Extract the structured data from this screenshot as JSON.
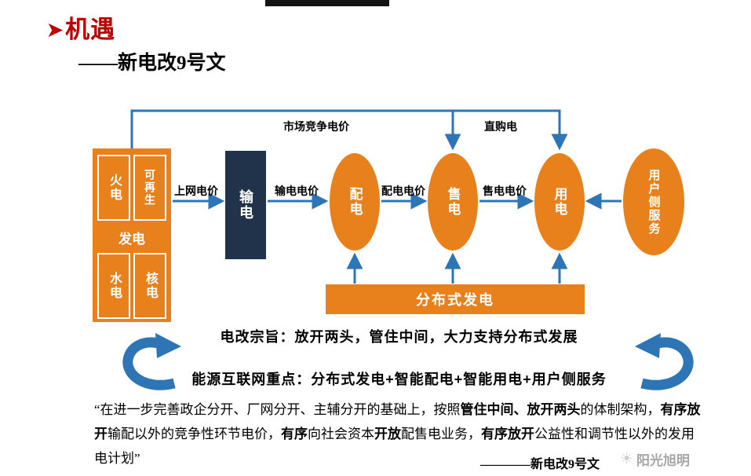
{
  "page": {
    "title_marker": "➤",
    "title": "机遇",
    "subtitle": "——新电改9号文"
  },
  "colors": {
    "orange": "#E8811C",
    "navy": "#20334A",
    "blue": "#2E75B6",
    "red": "#BE0000",
    "gray": "#A6A6A6"
  },
  "diagram": {
    "generation": {
      "label": "发电",
      "units": [
        "火电",
        "可再生",
        "水电",
        "核电"
      ]
    },
    "transmission": "输电",
    "nodes": [
      "配电",
      "售电",
      "用电"
    ],
    "user_side": "用户侧服务",
    "distributed": "分布式发电",
    "price_labels": {
      "grid": "上网电价",
      "transmission": "输电电价",
      "distribution": "配电电价",
      "sales": "售电电价"
    },
    "top_labels": {
      "market": "市场竞争电价",
      "direct": "直购电"
    },
    "statement1": "电改宗旨：放开两头，管住中间，大力支持分布式发展",
    "statement2": "能源互联网重点：分布式发电+智能配电+智能用电+用户侧服务"
  },
  "quote": {
    "segments": [
      {
        "text": "“在进一步完善政企分开、厂网分开、主辅分开的基础上，按照",
        "bold": false
      },
      {
        "text": "管住中间、放开两头",
        "bold": true
      },
      {
        "text": "的体制架构，",
        "bold": false
      },
      {
        "text": "有序放开",
        "bold": true
      },
      {
        "text": "输配以外的竞争性环节电价，",
        "bold": false
      },
      {
        "text": "有序",
        "bold": true
      },
      {
        "text": "向社会资本",
        "bold": false
      },
      {
        "text": "开放",
        "bold": true
      },
      {
        "text": "配售电业务，",
        "bold": false
      },
      {
        "text": "有序放开",
        "bold": true
      },
      {
        "text": "公益性和调节性以外的发用电计划”",
        "bold": false
      }
    ],
    "attribution": "————新电改9号文"
  },
  "watermark": {
    "name": "阳光旭明"
  }
}
